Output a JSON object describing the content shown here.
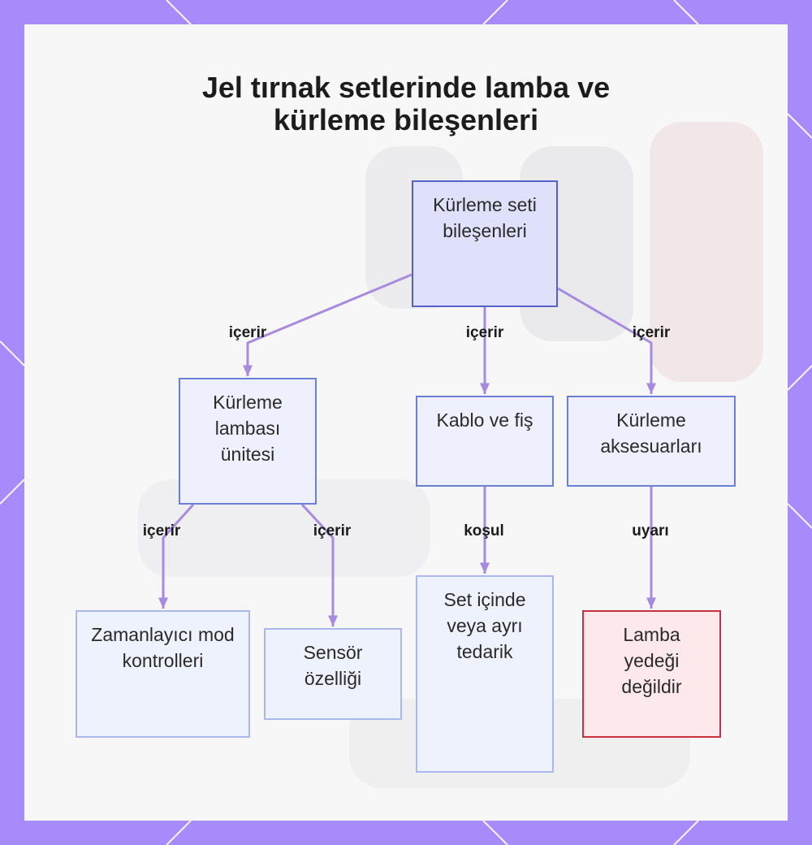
{
  "title": {
    "line1": "Jel tırnak setlerinde lamba ve",
    "line2": "kürleme bileşenleri"
  },
  "colors": {
    "frame": "#a78bfa",
    "edge": "#a78bdf",
    "node_border": "#6d7fd4",
    "warn_border": "#c8323e",
    "warn_fill": "#fde9ec"
  },
  "nodes": {
    "root": "Kürleme seti bileşenleri",
    "lamp_unit": "Kürleme lambası ünitesi",
    "cable": "Kablo ve fiş",
    "accessories": "Kürleme aksesuarları",
    "timer": "Zamanlayıcı mod kontrolleri",
    "sensor": "Sensör özelliği",
    "supply": "Set içinde veya ayrı tedarik",
    "not_spare": "Lamba yedeği değildir"
  },
  "edges": {
    "root_lamp": "içerir",
    "root_cable": "içerir",
    "root_accessories": "içerir",
    "lamp_timer": "içerir",
    "lamp_sensor": "içerir",
    "cable_supply": "koşul",
    "accessories_warning": "uyarı"
  }
}
